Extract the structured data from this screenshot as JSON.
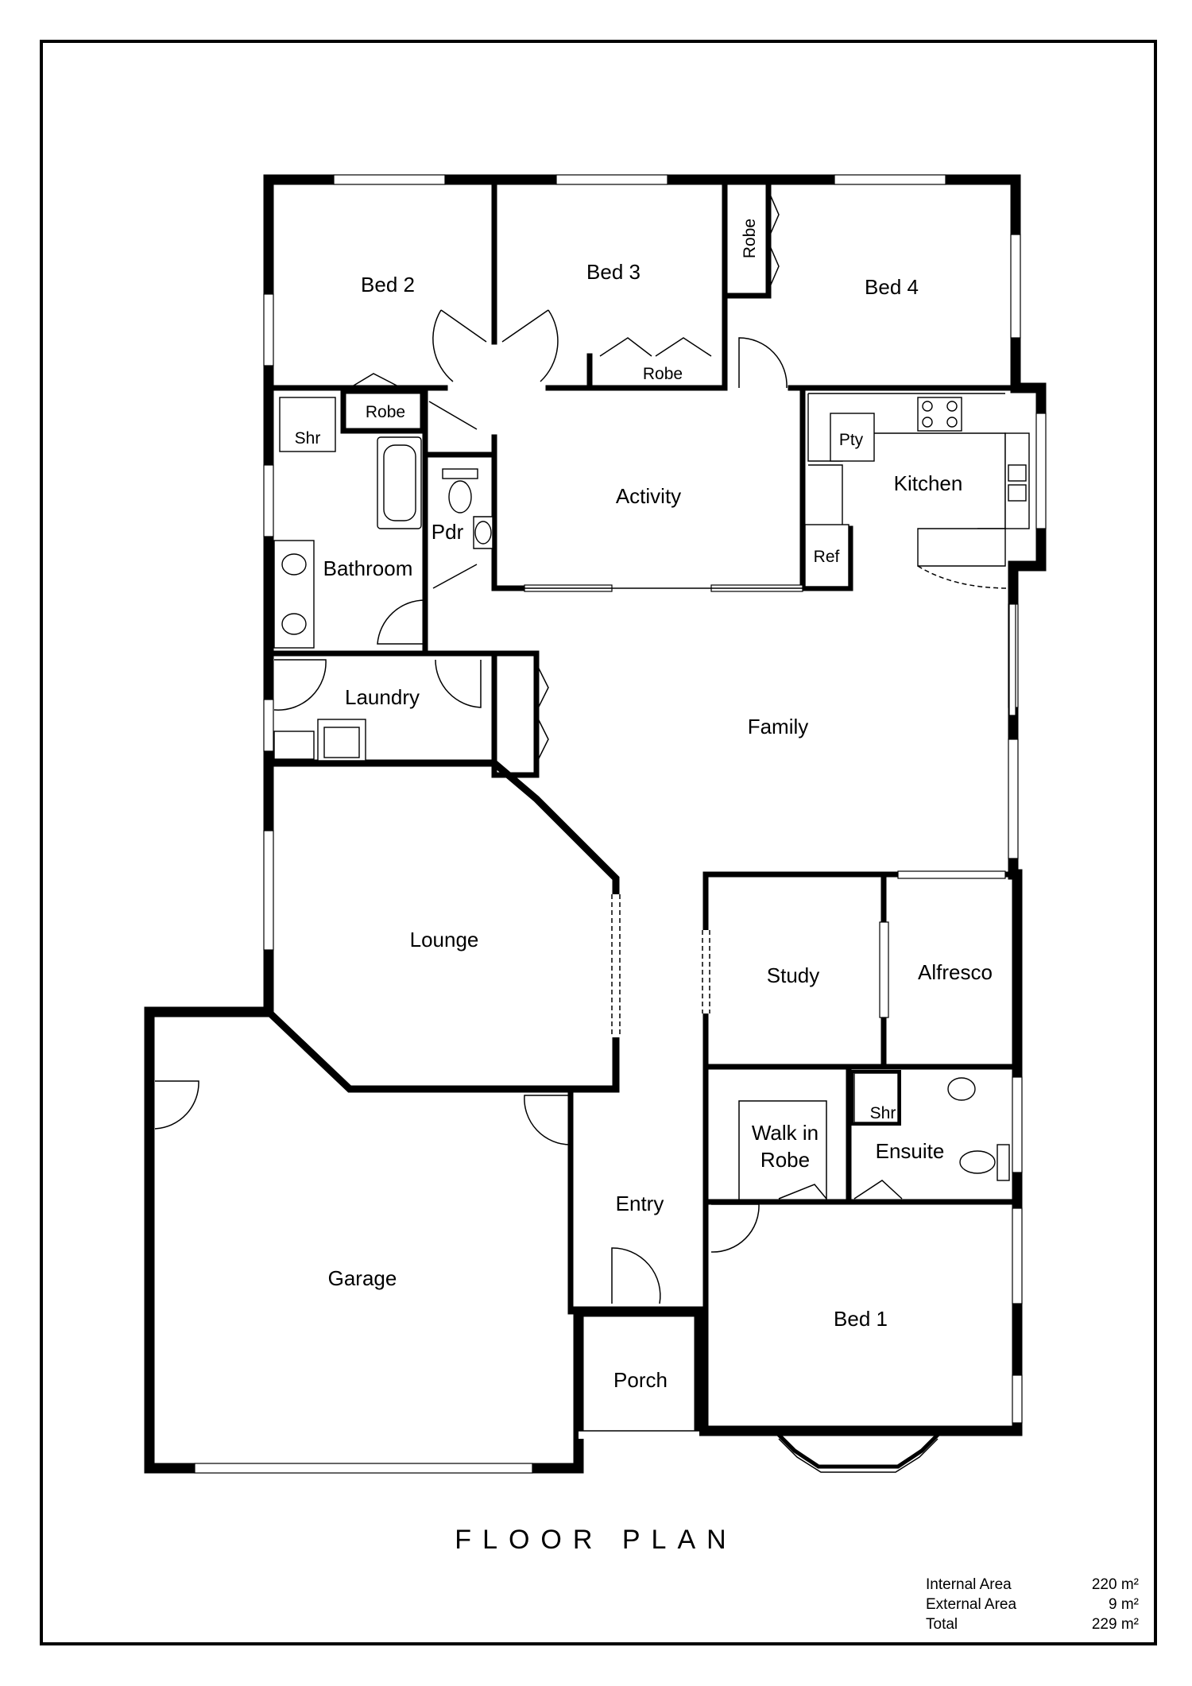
{
  "title": "FLOOR   PLAN",
  "rooms": {
    "bed2": "Bed 2",
    "bed3": "Bed 3",
    "bed4": "Bed 4",
    "robe_bed4": "Robe",
    "robe_bed3": "Robe",
    "robe_bed2": "Robe",
    "shr_bath": "Shr",
    "bathroom": "Bathroom",
    "pdr": "Pdr",
    "activity": "Activity",
    "pty": "Pty",
    "kitchen": "Kitchen",
    "ref": "Ref",
    "laundry": "Laundry",
    "family": "Family",
    "lounge": "Lounge",
    "study": "Study",
    "alfresco": "Alfresco",
    "walk_in_robe_1": "Walk in",
    "walk_in_robe_2": "Robe",
    "shr_ensuite": "Shr",
    "ensuite": "Ensuite",
    "garage": "Garage",
    "entry": "Entry",
    "bed1": "Bed 1",
    "porch": "Porch"
  },
  "areas": [
    {
      "label": "Internal Area",
      "value": "220 m²"
    },
    {
      "label": "External Area",
      "value": "9 m²"
    },
    {
      "label": "Total",
      "value": "229 m²"
    }
  ]
}
